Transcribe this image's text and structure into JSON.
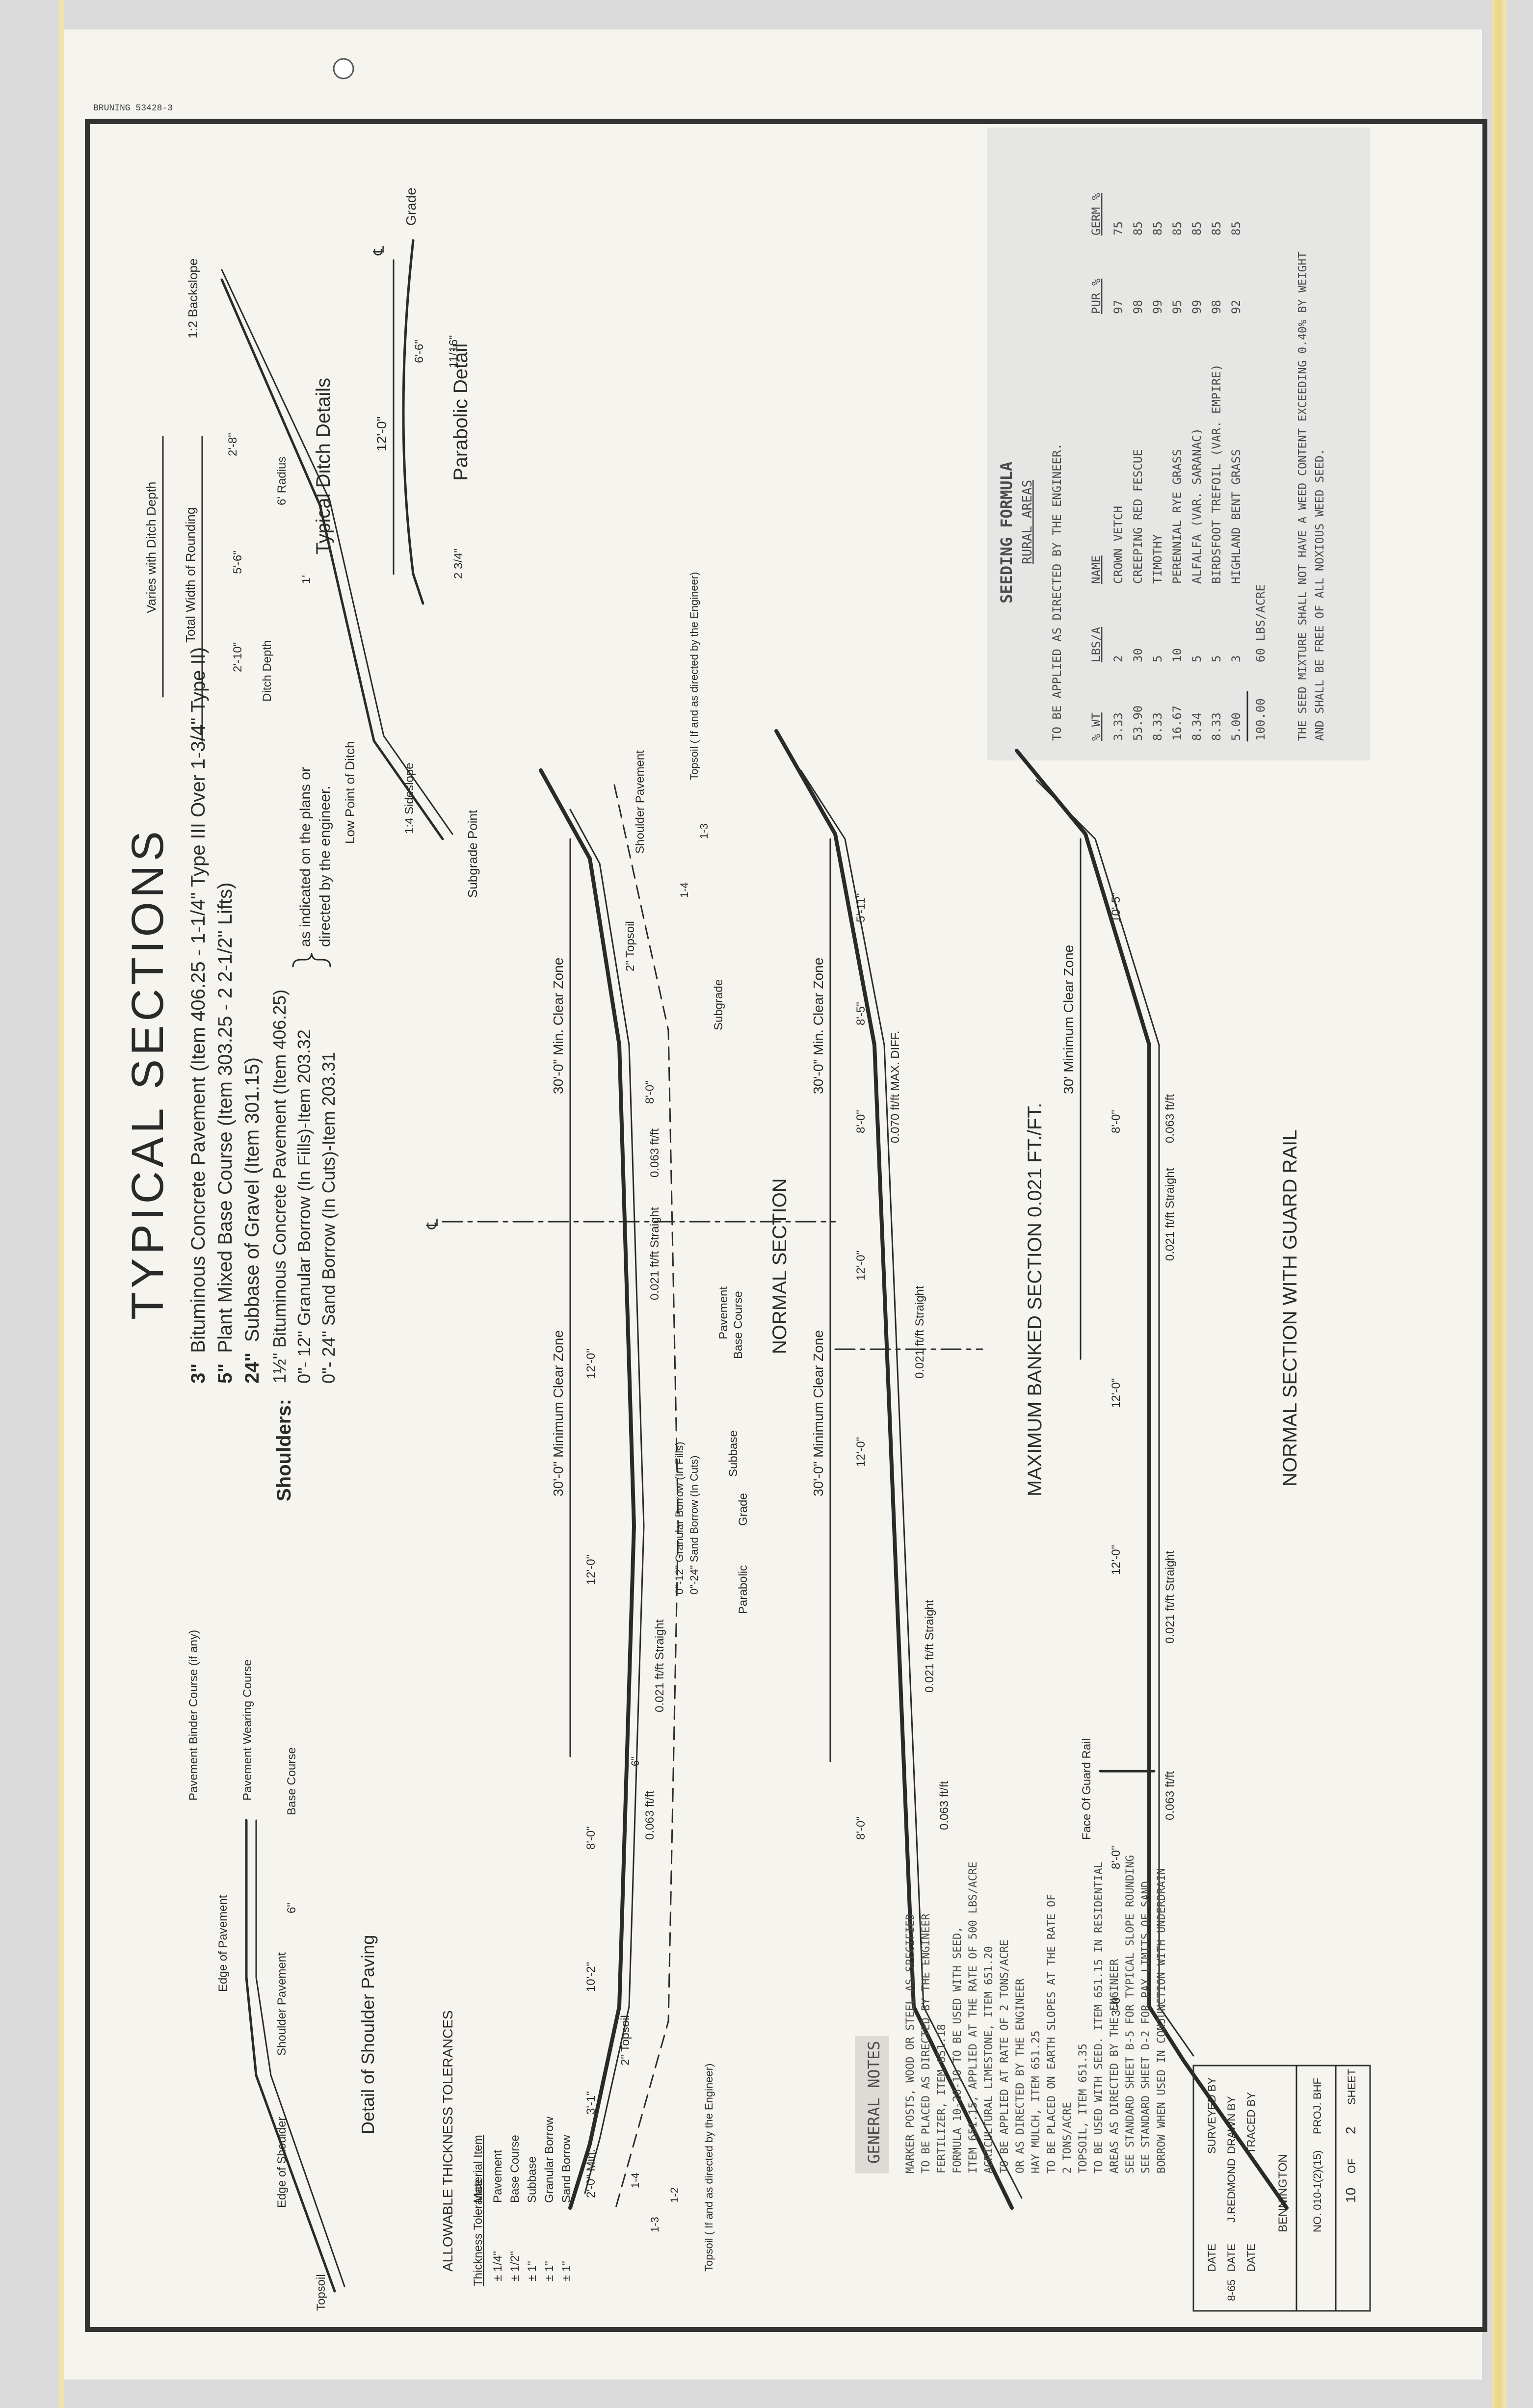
{
  "sheet": {
    "header_code": "BRUNING 53428-3",
    "title": "TYPICAL   SECTIONS"
  },
  "materials": [
    {
      "thickness": "3\"",
      "text": "Bituminous  Concrete  Pavement (Item 406.25 - 1-1/4\" Type III  Over 1-3/4\" Type II)"
    },
    {
      "thickness": "5\"",
      "text": "Plant Mixed Base Course (Item 303.25 - 2  2-1/2\"  Lifts)"
    },
    {
      "thickness": "24\"",
      "text": "Subbase  of  Gravel (Item 301.15)"
    }
  ],
  "shoulders": {
    "label": "Shoulders:",
    "line1": "1½\" Bituminous Concrete Pavement (Item 406.25)",
    "line2": "0\"- 12\"  Granular  Borrow  (In Fills)-Item 203.32",
    "line3": "0\"- 24\"  Sand Borrow (In Cuts)-Item 203.31",
    "note": "as indicated on the plans or",
    "note2": "directed by the engineer."
  },
  "ditch_details": {
    "title": "Typical  Ditch  Details",
    "total_width": "Total  Width  of  Rounding",
    "varies": "Varies  with  Ditch  Depth",
    "slope_left": "1:2 Backslope",
    "radius": "6' Radius",
    "dim_a": "2'-8\"",
    "dim_b": "5'-6\"",
    "dim_c": "2'-10\"",
    "dim_d": "1'",
    "ditch_depth": "Ditch  Depth",
    "low_point": "Low  Point  of  Ditch",
    "foreslope": "1:4 Sideslope",
    "subgrade_point": "Subgrade  Point"
  },
  "parabolic_detail": {
    "title": "Parabolic  Detail",
    "grade": "Grade",
    "cl": "℄",
    "dim_12": "12'-0\"",
    "dim_6": "6'-6\"",
    "dim_1116": "11/16\"",
    "dim_234": "2 3/4\""
  },
  "seeding": {
    "title": "SEEDING FORMULA",
    "subtitle": "RURAL AREAS",
    "applied": "TO BE APPLIED AS DIRECTED BY THE ENGINEER.",
    "headers": [
      "% WT",
      "LBS/A",
      "NAME",
      "PUR %",
      "GERM %"
    ],
    "rows": [
      [
        "3.33",
        "2",
        "CROWN VETCH",
        "97",
        "75"
      ],
      [
        "53.90",
        "30",
        "CREEPING RED FESCUE",
        "98",
        "85"
      ],
      [
        "8.33",
        "5",
        "TIMOTHY",
        "99",
        "85"
      ],
      [
        "16.67",
        "10",
        "PERENNIAL RYE GRASS",
        "95",
        "85"
      ],
      [
        "8.34",
        "5",
        "ALFALFA (VAR. SARANAC)",
        "99",
        "85"
      ],
      [
        "8.33",
        "5",
        "BIRDSFOOT TREFOIL (VAR. EMPIRE)",
        "98",
        "85"
      ],
      [
        "5.00",
        "3",
        "HIGHLAND BENT GRASS",
        "92",
        "85"
      ]
    ],
    "total": [
      "100.00",
      "60 LBS/ACRE"
    ],
    "footnote1": "THE SEED MIXTURE SHALL NOT HAVE A WEED CONTENT EXCEEDING 0.40% BY WEIGHT",
    "footnote2": "AND SHALL BE FREE OF ALL NOXIOUS WEED SEED."
  },
  "normal_section": {
    "title": "NORMAL  SECTION",
    "clear_zone_left": "30'-0\"  Min.  Clear  Zone",
    "clear_zone_right": "30'-0\"  Minimum  Clear  Zone",
    "shoulder_pavement": "Shoulder  Pavement",
    "topsoil": "2\" Topsoil",
    "subgrade": "Subgrade",
    "pavement": "Pavement",
    "base_course": "Base Course",
    "subbase": "Subbase",
    "grade": "Grade",
    "parabolic": "Parabolic",
    "slope_063": "0.063 ft/ft",
    "slope_021": "0.021 ft/ft  Straight",
    "dim_8": "8'-0\"",
    "dim_12": "12'-0\"",
    "dim_10": "10'-2\"",
    "dim_3": "3'-1\"",
    "dim_2": "2'-0\" Min.",
    "granular": "0\"-12\" Granular Borrow (In Fills)",
    "sand": "0\"-24\" Sand Borrow (In Cuts)",
    "topsoil_note": "Topsoil ( If and as directed by the Engineer)",
    "slope_14": "1-4",
    "slope_13": "1-3",
    "slope_12": "1-2",
    "dim_6in": "6\""
  },
  "banked_section": {
    "title": "MAXIMUM  BANKED  SECTION  0.021 FT./FT.",
    "clear_zone_left": "30'-0\"  Min.  Clear  Zone",
    "clear_zone_right": "30'-0\"  Minimum  Clear  Zone",
    "max_diff": "0.070 ft/ft MAX. DIFF.",
    "dim_8": "8'-0\"",
    "dim_85": "8'-5\"",
    "dim_51": "5'-11\"",
    "dim_12": "12'-0\"",
    "slope_021": "0.021 ft/ft  Straight",
    "slope_063": "0.063 ft/ft"
  },
  "guard_section": {
    "title": "NORMAL  SECTION  WITH  GUARD  RAIL",
    "clear_zone": "30'  Minimum  Clear  Zone",
    "face_guard": "Face  Of  Guard  Rail",
    "dim_8": "8'-0\"",
    "dim_10": "10'-5\"",
    "dim_3": "3'-0\"",
    "dim_12": "12'-0\"",
    "slope_063": "0.063 ft/ft",
    "slope_021": "0.021 ft/ft  Straight"
  },
  "shoulder_detail": {
    "title": "Detail  of  Shoulder  Paving",
    "wearing": "Pavement  Wearing  Course",
    "binder": "Pavement  Binder  Course (if any)",
    "base": "Base  Course",
    "edge_pavement": "Edge  of  Pavement",
    "shoulder_pavement": "Shoulder  Pavement",
    "edge_shoulder": "Edge  of  Shoulder",
    "topsoil": "Topsoil",
    "dim": "6\""
  },
  "tolerances": {
    "title": "ALLOWABLE  THICKNESS  TOLERANCES",
    "col1": "Material  Item",
    "col2": "Thickness Tolerance",
    "rows": [
      [
        "Pavement",
        "± 1/4\""
      ],
      [
        "Base Course",
        "± 1/2\""
      ],
      [
        "Subbase",
        "± 1\""
      ],
      [
        "Granular  Borrow",
        "± 1\""
      ],
      [
        "Sand  Borrow",
        "± 1\""
      ]
    ]
  },
  "general_notes": {
    "title": "GENERAL  NOTES",
    "lines": [
      "MARKER POSTS, WOOD OR STEEL AS SPECIFIED",
      "  TO BE PLACED AS DIRECTED BY THE ENGINEER",
      "FERTILIZER, ITEM 651.18",
      "  FORMULA 10-20-10 TO BE USED WITH SEED,",
      "  ITEM 651.15, APPLIED AT THE RATE OF 500 LBS/ACRE",
      "AGRICULTURAL LIMESTONE, ITEM 651.20",
      "  TO BE APPLIED AT RATE OF 2 TONS/ACRE",
      "  OR AS DIRECTED BY THE ENGINEER",
      "HAY MULCH, ITEM 651.25",
      "  TO BE PLACED ON EARTH SLOPES AT THE RATE OF",
      "  2 TONS/ACRE",
      "TOPSOIL, ITEM 651.35",
      "  TO BE USED WITH SEED. ITEM 651.15 IN RESIDENTIAL",
      "  AREAS AS DIRECTED BY THE ENGINEER",
      "SEE STANDARD SHEET B-5 FOR TYPICAL SLOPE ROUNDING",
      "SEE STANDARD SHEET D-2 FOR PAY LIMITS OF SAND",
      "BORROW WHEN USED IN CONJUNCTION WITH UNDERDRAIN"
    ]
  },
  "title_block": {
    "surveyed": "SURVEYED BY",
    "drawn": "DRAWN BY",
    "drawn_val": "J.REDMOND",
    "traced": "TRACED BY",
    "date": "DATE",
    "date_val": "8-65",
    "town": "BENNINGTON",
    "proj": "PROJ. BHF",
    "proj_no": "NO. 010-1(2)(15)",
    "sheet": "SHEET",
    "sheet_no": "2",
    "of": "OF",
    "of_no": "10"
  }
}
